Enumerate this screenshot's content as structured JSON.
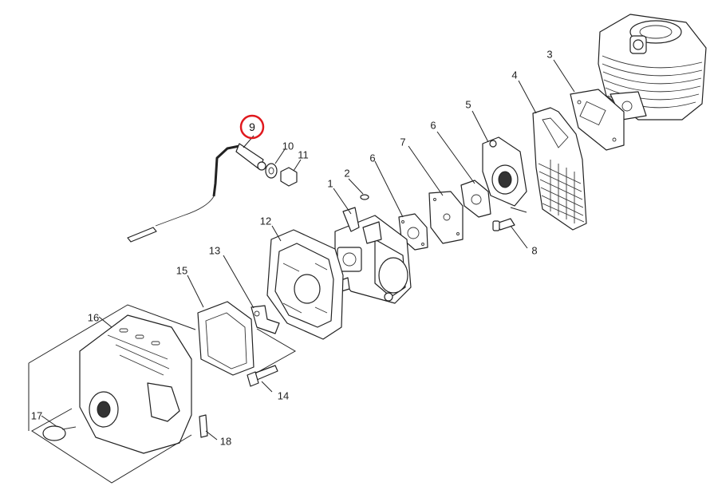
{
  "diagram": {
    "highlighted_part": "9",
    "highlight_color": "#e0191e",
    "line_color": "#222222",
    "parts": [
      {
        "id": "p1",
        "number": "1"
      },
      {
        "id": "p2",
        "number": "2"
      },
      {
        "id": "p3",
        "number": "3"
      },
      {
        "id": "p4",
        "number": "4"
      },
      {
        "id": "p5",
        "number": "5"
      },
      {
        "id": "p6a",
        "number": "6"
      },
      {
        "id": "p6b",
        "number": "6"
      },
      {
        "id": "p7",
        "number": "7"
      },
      {
        "id": "p8",
        "number": "8"
      },
      {
        "id": "p9",
        "number": "9"
      },
      {
        "id": "p10",
        "number": "10"
      },
      {
        "id": "p11",
        "number": "11"
      },
      {
        "id": "p12",
        "number": "12"
      },
      {
        "id": "p13",
        "number": "13"
      },
      {
        "id": "p14",
        "number": "14"
      },
      {
        "id": "p15",
        "number": "15"
      },
      {
        "id": "p16",
        "number": "16"
      },
      {
        "id": "p17",
        "number": "17"
      },
      {
        "id": "p18",
        "number": "18"
      }
    ]
  }
}
